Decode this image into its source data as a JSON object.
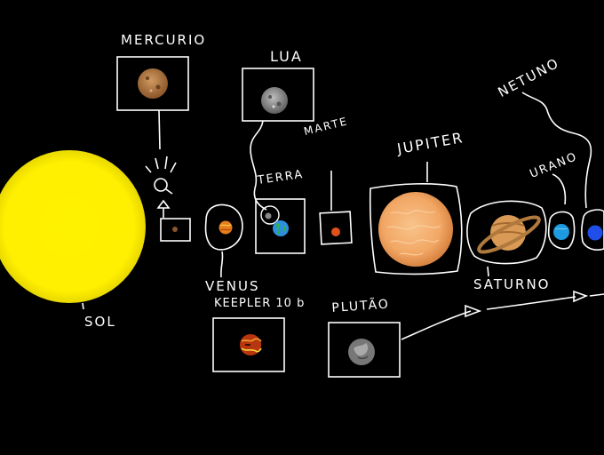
{
  "labels": {
    "sun": "SOL",
    "mercury": "MERCURIO",
    "moon": "LUA",
    "mars": "MARTE",
    "earth": "TERRA",
    "venus": "VENUS",
    "jupiter": "JUPITER",
    "saturn": "SATURNO",
    "uranus": "URANO",
    "neptune": "NETUNO",
    "kepler": "KEEPLER 10 b",
    "pluto": "PLUTÃO"
  },
  "colors": {
    "background": "#000000",
    "sun": "#FFF200",
    "mercury": "#B5773F",
    "moon": "#8E8E8E",
    "venus": "#E57E1C",
    "earth": "#2E8FE0",
    "mars": "#E0511C",
    "jupiter": "#F6B070",
    "saturn": "#D99A55",
    "uranus": "#1E9BE0",
    "neptune": "#1F4FE8",
    "kepler": "#B8360F",
    "pluto": "#777777"
  }
}
